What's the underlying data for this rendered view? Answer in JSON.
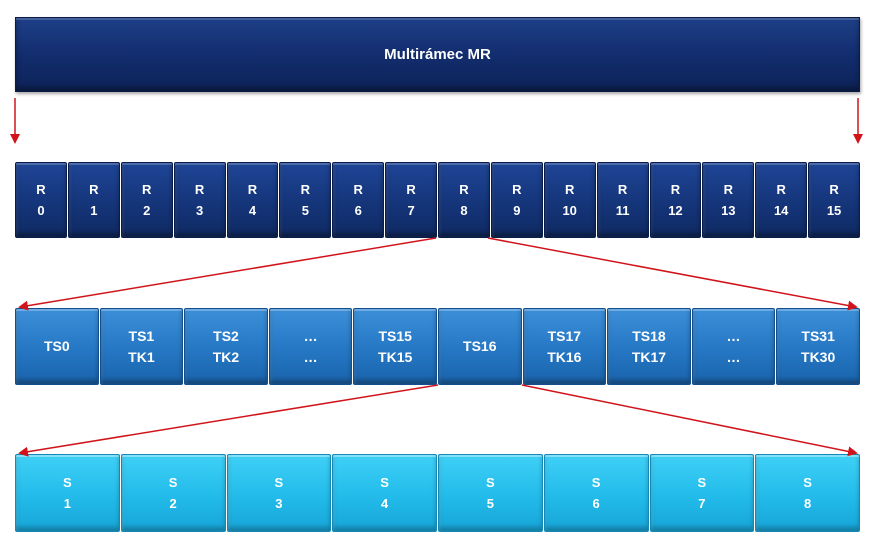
{
  "title": "Multirámec MR",
  "colors": {
    "mr_bar": "#122c6c",
    "r_cells": "#15357a",
    "ts_cells": "#2577c4",
    "s_cells": "#22bbea",
    "arrows": "#d0141a"
  },
  "r_frames": [
    {
      "top": "R",
      "bottom": "0"
    },
    {
      "top": "R",
      "bottom": "1"
    },
    {
      "top": "R",
      "bottom": "2"
    },
    {
      "top": "R",
      "bottom": "3"
    },
    {
      "top": "R",
      "bottom": "4"
    },
    {
      "top": "R",
      "bottom": "5"
    },
    {
      "top": "R",
      "bottom": "6"
    },
    {
      "top": "R",
      "bottom": "7"
    },
    {
      "top": "R",
      "bottom": "8"
    },
    {
      "top": "R",
      "bottom": "9"
    },
    {
      "top": "R",
      "bottom": "10"
    },
    {
      "top": "R",
      "bottom": "11"
    },
    {
      "top": "R",
      "bottom": "12"
    },
    {
      "top": "R",
      "bottom": "13"
    },
    {
      "top": "R",
      "bottom": "14"
    },
    {
      "top": "R",
      "bottom": "15"
    }
  ],
  "time_slots": [
    {
      "top": "TS0",
      "bottom": ""
    },
    {
      "top": "TS1",
      "bottom": "TK1"
    },
    {
      "top": "TS2",
      "bottom": "TK2"
    },
    {
      "top": "…",
      "bottom": "…"
    },
    {
      "top": "TS15",
      "bottom": "TK15"
    },
    {
      "top": "TS16",
      "bottom": ""
    },
    {
      "top": "TS17",
      "bottom": "TK16"
    },
    {
      "top": "TS18",
      "bottom": "TK17"
    },
    {
      "top": "…",
      "bottom": "…"
    },
    {
      "top": "TS31",
      "bottom": "TK30"
    }
  ],
  "s_slots": [
    {
      "top": "S",
      "bottom": "1"
    },
    {
      "top": "S",
      "bottom": "2"
    },
    {
      "top": "S",
      "bottom": "3"
    },
    {
      "top": "S",
      "bottom": "4"
    },
    {
      "top": "S",
      "bottom": "5"
    },
    {
      "top": "S",
      "bottom": "6"
    },
    {
      "top": "S",
      "bottom": "7"
    },
    {
      "top": "S",
      "bottom": "8"
    }
  ]
}
